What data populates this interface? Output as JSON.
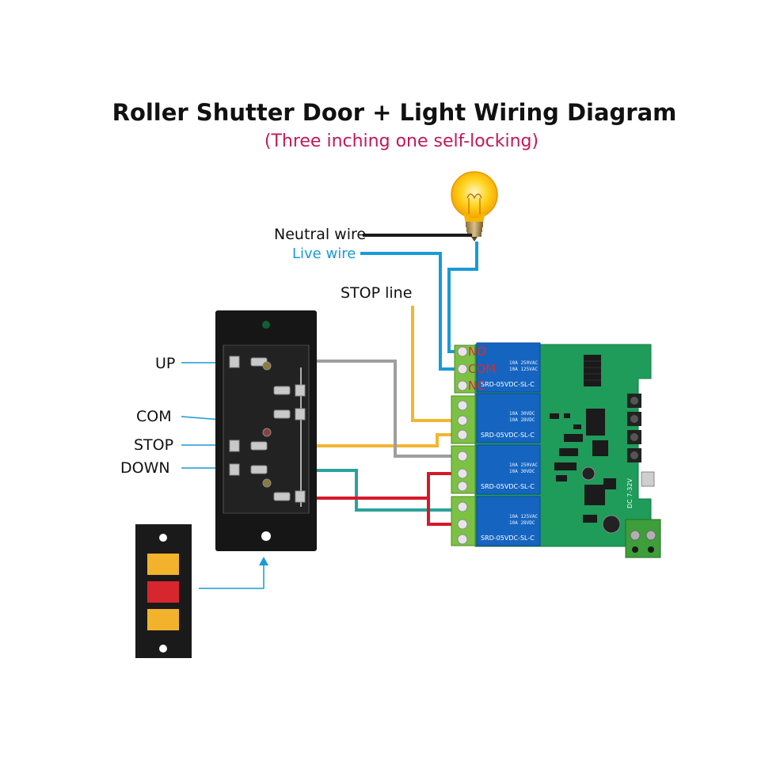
{
  "title": "Roller Shutter Door + Light Wiring Diagram",
  "subtitle": "(Three inching one self-locking)",
  "labels": {
    "neutral": "Neutral wire",
    "live": "Live wire",
    "stop_line": "STOP line",
    "up": "UP",
    "com": "COM",
    "stop": "STOP",
    "down": "DOWN"
  },
  "relay_terminals": {
    "no": "NO",
    "com": "COM",
    "nc": "NC"
  },
  "relay_model": "SRD-05VDC-SL-C",
  "relay_specs": [
    "10A 250VAC",
    "10A 125VAC",
    "10A 30VDC",
    "10A 28VDC"
  ],
  "pcb_voltage": "DC 7-32V",
  "colors": {
    "neutral_wire": "#1a1a1a",
    "live_wire": "#1a9ad6",
    "stop_wire": "#f2b632",
    "up_wire": "#9e9e9e",
    "down_wire": "#2aa39a",
    "red_wire": "#d7192a",
    "pcb": "#1f9b5a",
    "relay": "#1565c0",
    "terminal_block": "#7cc242"
  }
}
